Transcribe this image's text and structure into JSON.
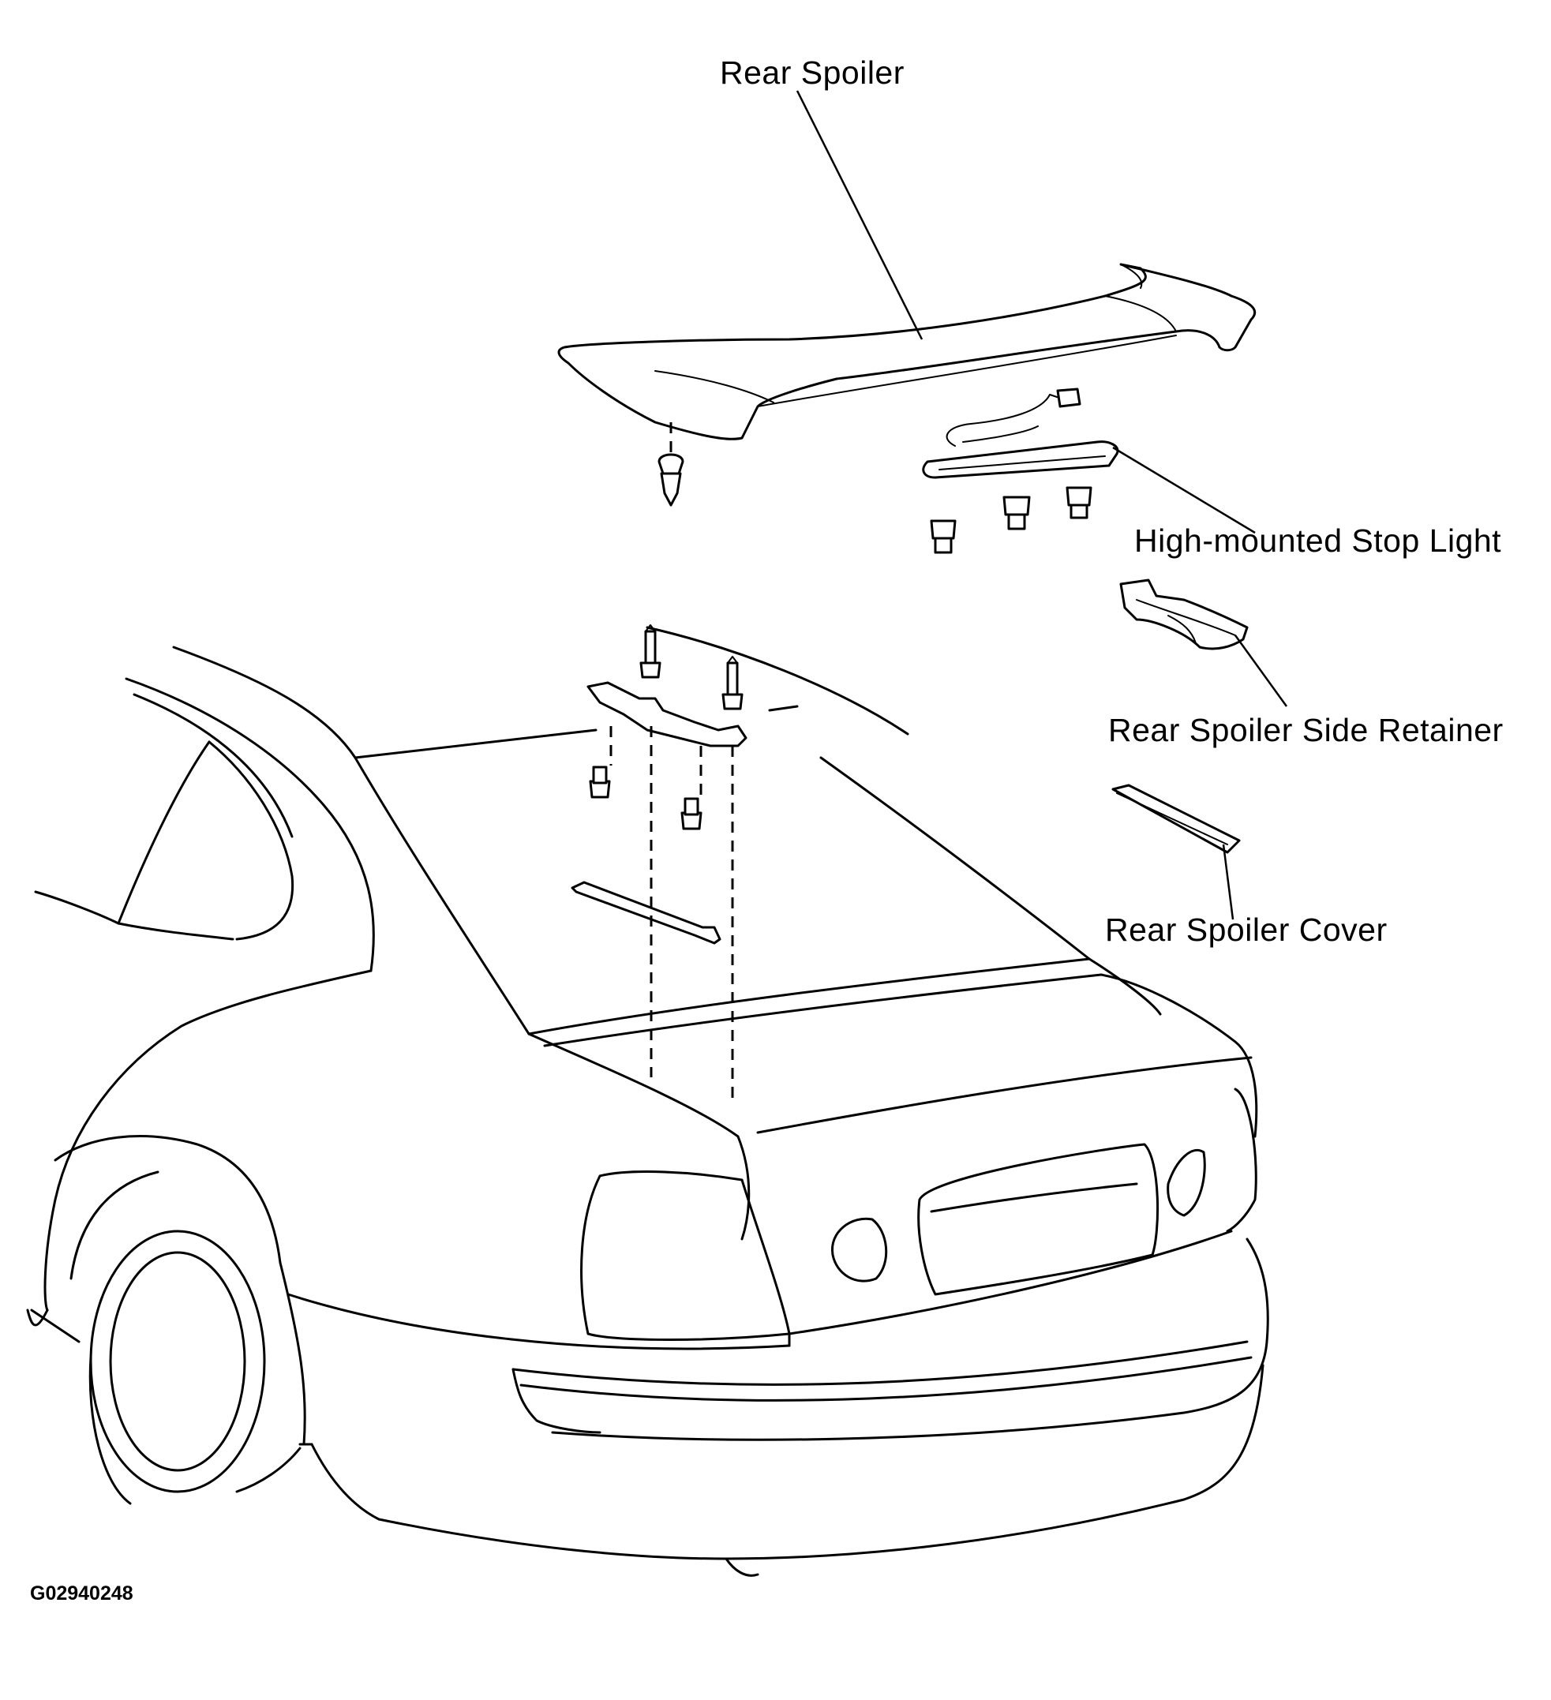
{
  "diagram": {
    "labels": {
      "rear_spoiler": "Rear Spoiler",
      "stop_light": "High-mounted Stop Light",
      "side_retainer": "Rear Spoiler Side Retainer",
      "spoiler_cover": "Rear Spoiler Cover"
    },
    "figure_code": "G02940248",
    "colors": {
      "line": "#000000",
      "background": "#ffffff"
    }
  }
}
